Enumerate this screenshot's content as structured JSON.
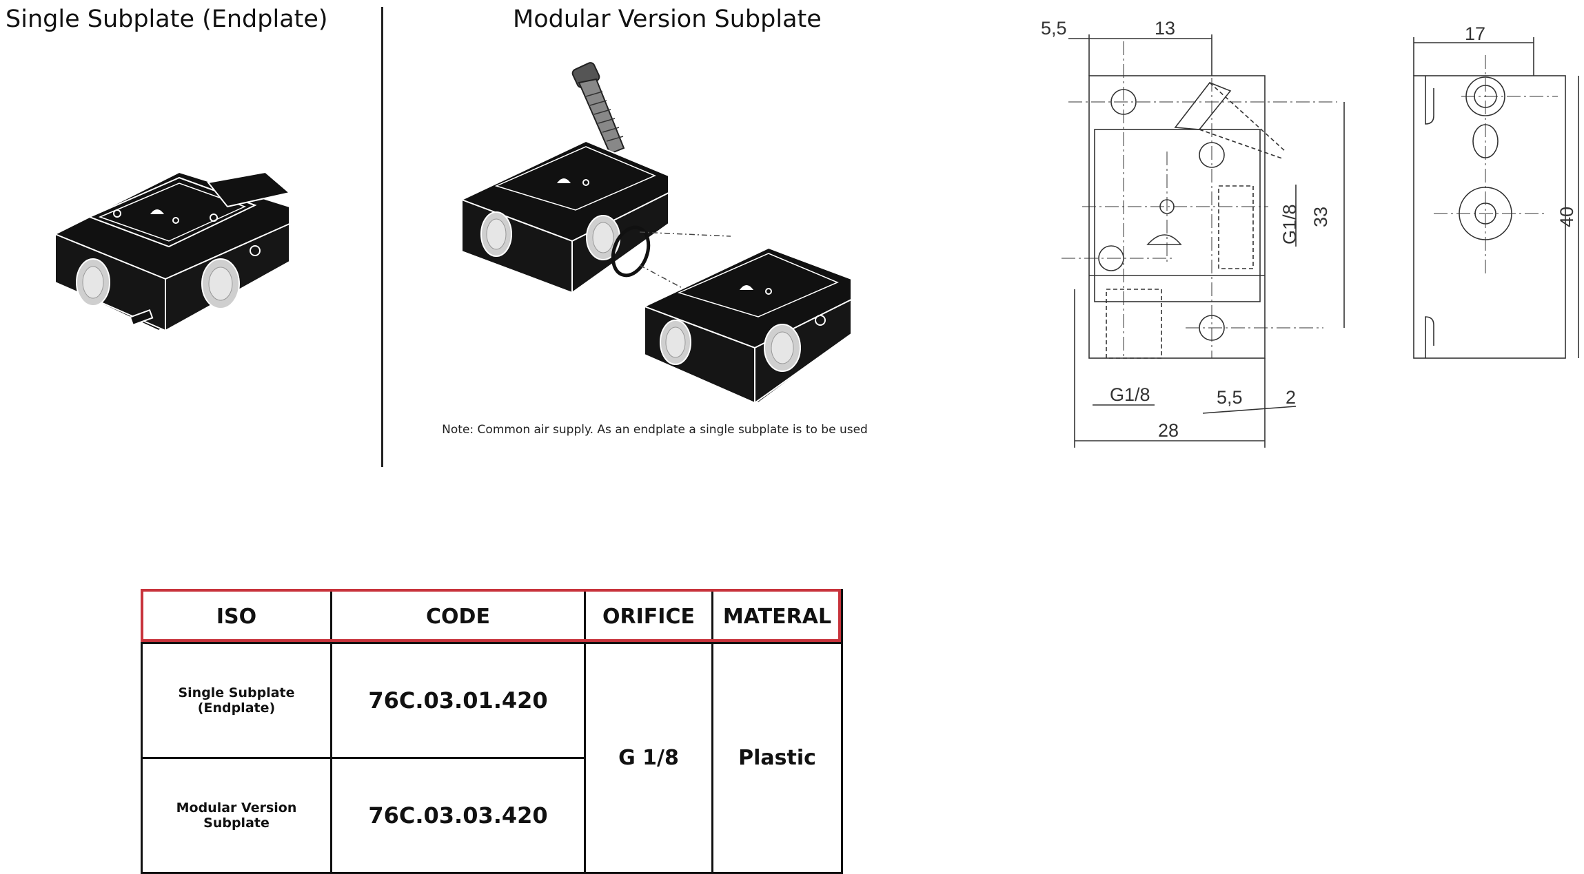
{
  "left_panel": {
    "title": "Single Subplate (Endplate)"
  },
  "middle_panel": {
    "title": "Modular Version Subplate",
    "note": "Note: Common air supply. As an endplate a single subplate is to be used"
  },
  "drawing": {
    "dimensions": {
      "d_5_5_top": "5,5",
      "d_13": "13",
      "d_33": "33",
      "d_g18_side": "G1/8",
      "d_g18_bottom": "G1/8",
      "d_5_5_bottom": "5,5",
      "d_2": "2",
      "d_28": "28",
      "d_17": "17",
      "d_40": "40"
    }
  },
  "table": {
    "headers": [
      "ISO",
      "CODE",
      "ORIFICE",
      "MATERAL"
    ],
    "rows": [
      {
        "iso": "Single Subplate (Endplate)",
        "code": "76C.03.01.420"
      },
      {
        "iso": "Modular Version Subplate",
        "code": "76C.03.03.420"
      }
    ],
    "orifice": "G 1/8",
    "material": "Plastic"
  },
  "colors": {
    "header_border": "#c8333c",
    "block_fill": "#111111",
    "thread_fill": "#cfcfcf"
  }
}
